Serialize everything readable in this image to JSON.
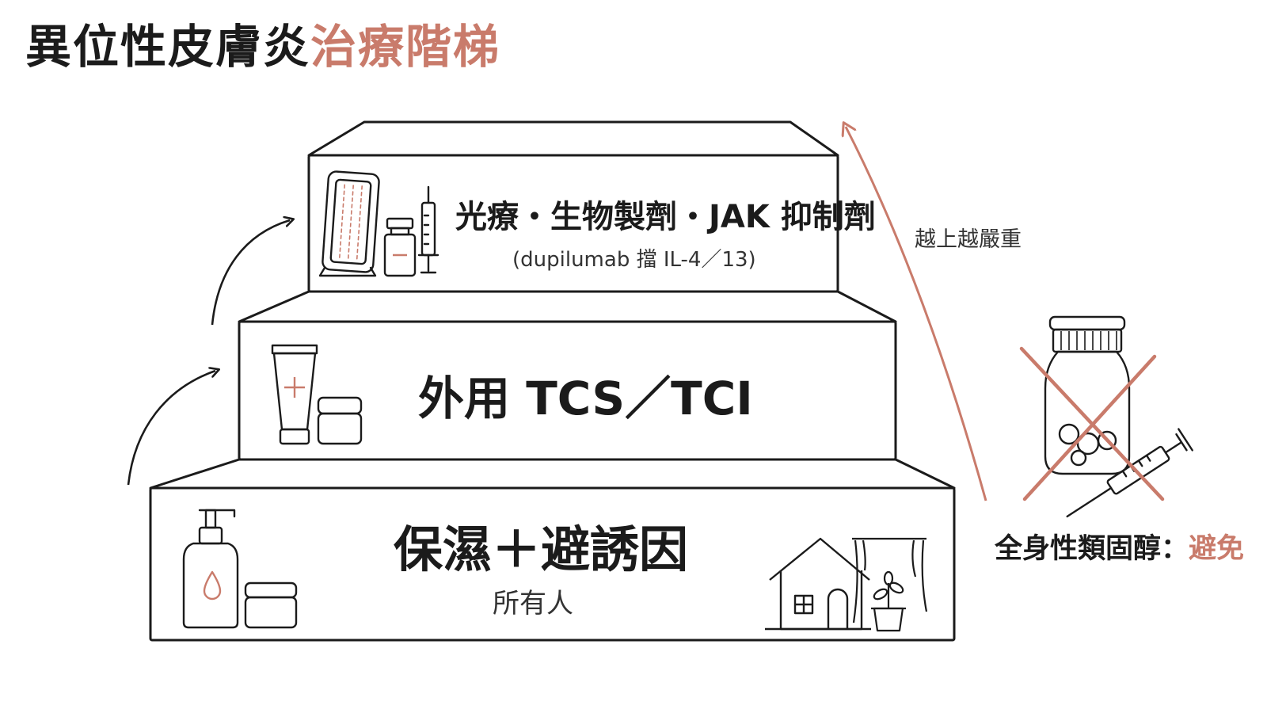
{
  "title": {
    "main": "異位性皮膚炎",
    "accent": "治療階梯"
  },
  "steps": {
    "top": {
      "label": "光療・生物製劑・JAK 抑制劑",
      "sublabel": "(dupilumab 擋 IL-4／13)"
    },
    "middle": {
      "label": "外用 TCS／TCI"
    },
    "bottom": {
      "label": "保濕＋避誘因",
      "sublabel": "所有人"
    }
  },
  "severity_label": "越上越嚴重",
  "systemic_steroid": {
    "label": "全身性類固醇：",
    "verdict": "避免"
  },
  "icons": {
    "top": [
      "phototherapy-panel-icon",
      "vial-icon",
      "syringe-icon"
    ],
    "middle": [
      "cream-tube-icon",
      "cream-jar-icon"
    ],
    "bottom": [
      "pump-bottle-icon",
      "cream-jar-icon",
      "house-icon",
      "window-curtain-icon",
      "potted-plant-icon"
    ],
    "side": [
      "pill-bottle-icon",
      "syringe-icon",
      "cross-mark-icon"
    ]
  },
  "colors": {
    "accent": "#c97b6b",
    "ink": "#1b1b1b",
    "background": "#ffffff"
  }
}
